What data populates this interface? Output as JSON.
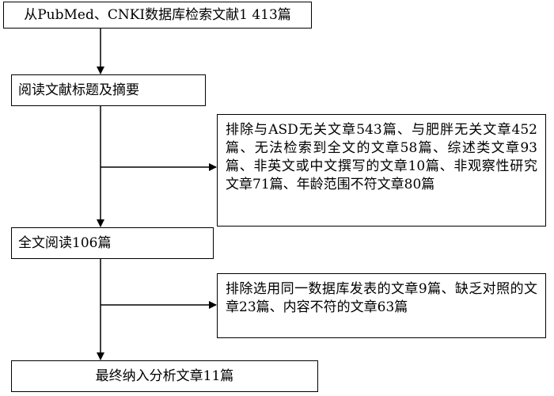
{
  "flow": {
    "step1": "从PubMed、CNKI数据库检索文献1 413篇",
    "step2": "阅读文献标题及摘要",
    "exclusion1": "排除与ASD无关文章543篇、与肥胖无关文章452篇、无法检索到全文的文章58篇、综述类文章93篇、非英文或中文撰写的文章10篇、非观察性研究文章71篇、年龄范围不符文章80篇",
    "step3": "全文阅读106篇",
    "exclusion2": "排除选用同一数据库发表的文章9篇、缺乏对照的文章23篇、内容不符的文章63篇",
    "step4": "最终纳入分析文章11篇"
  },
  "colors": {
    "line": "#000000",
    "box_border": "#000000",
    "background": "#ffffff"
  }
}
